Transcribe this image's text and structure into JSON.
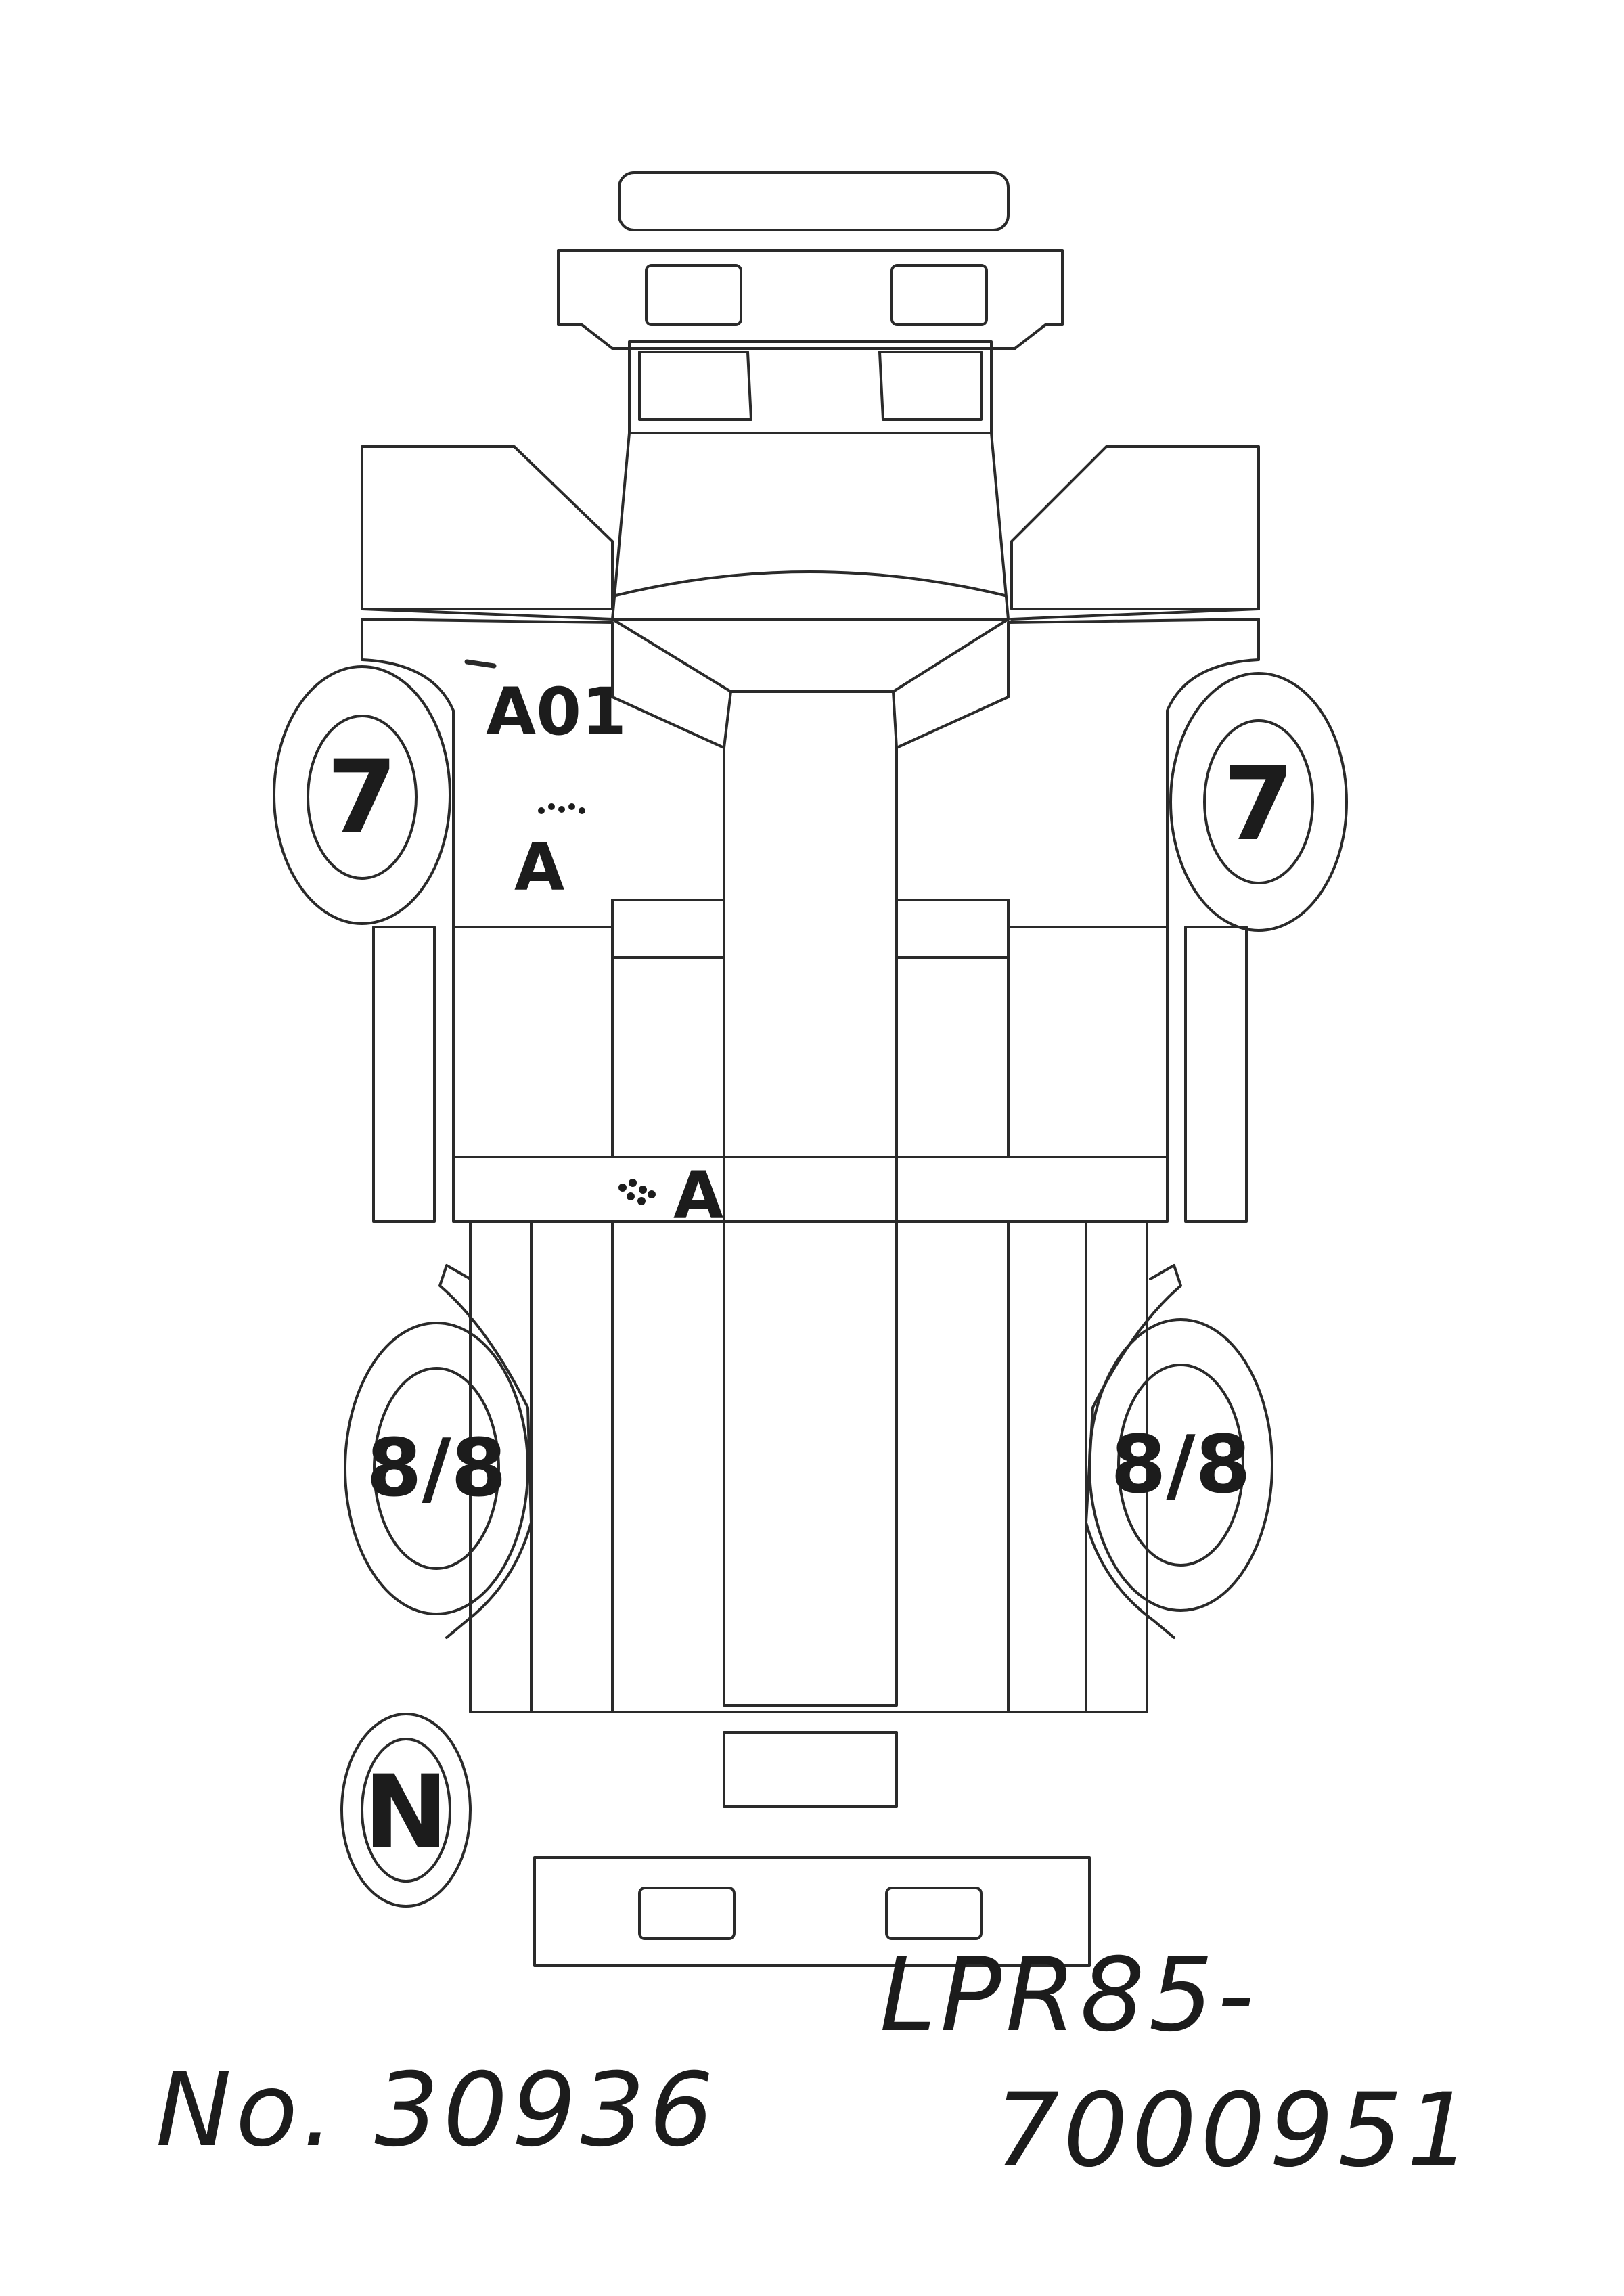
{
  "diagram": {
    "tires": {
      "front_left": "7",
      "front_right": "7",
      "rear_left": "8/8",
      "rear_right": "8/8",
      "spare": "N"
    },
    "annotations": {
      "cab_left_code": "A01",
      "cab_left_grade": "A",
      "frame_cross_grade": "A"
    }
  },
  "footer": {
    "number": "No. 30936",
    "model_line1": "LPR85-",
    "model_line2": "7000951"
  }
}
